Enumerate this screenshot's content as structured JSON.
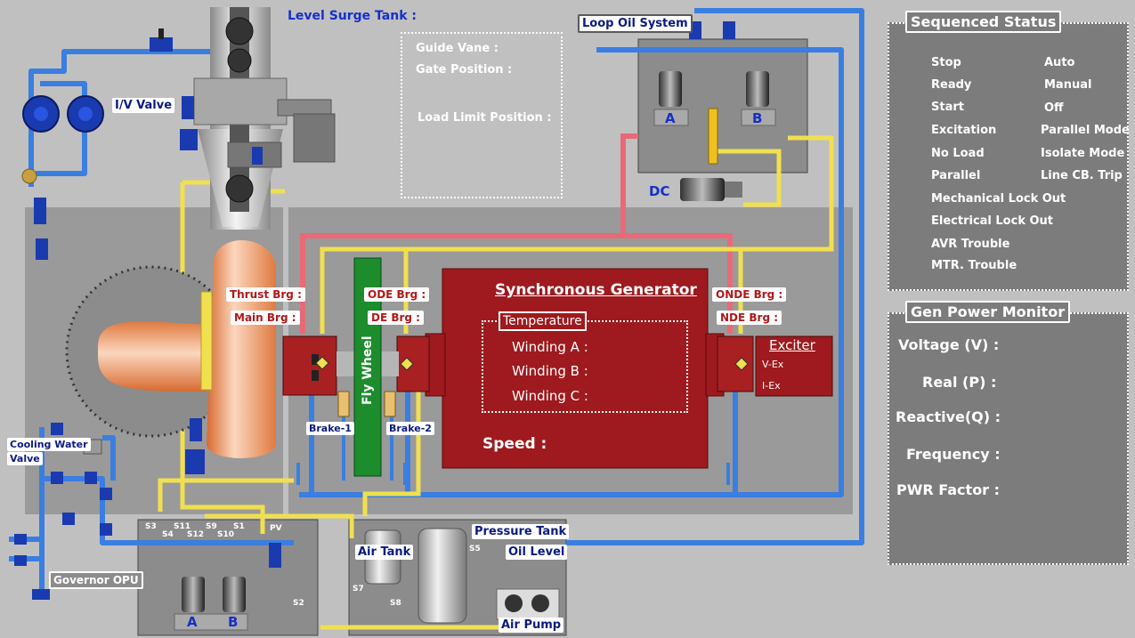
{
  "labels": {
    "level_surge_tank": "Level Surge Tank :",
    "iv_valve": "I/V Valve",
    "cooling_water_valve_1": "Cooling Water",
    "cooling_water_valve_2": "Valve",
    "governor_opu": "Governor OPU",
    "loop_oil_system": "Loop Oil System",
    "dc": "DC",
    "air_tank": "Air Tank",
    "pressure_tank": "Pressure Tank",
    "oil_level": "Oil Level",
    "air_pump": "Air Pump",
    "fly_wheel": "Fly Wheel",
    "brake_1": "Brake-1",
    "brake_2": "Brake-2",
    "pump_a": "A",
    "pump_b": "B",
    "opu_a": "A",
    "opu_b": "B",
    "pv": "PV"
  },
  "guide_panel": {
    "guide_vane": "Guide Vane :",
    "gate_position": "Gate Position :",
    "load_limit_position": "Load Limit Position :"
  },
  "bearings": {
    "thrust": "Thrust Brg :",
    "main": "Main Brg :",
    "ode": "ODE Brg :",
    "de": "DE Brg :",
    "onde": "ONDE Brg :",
    "nde": "NDE Brg :"
  },
  "generator": {
    "title": "Synchronous Generator",
    "temperature": "Temperature",
    "winding_a": "Winding A :",
    "winding_b": "Winding B :",
    "winding_c": "Winding C :",
    "speed": "Speed :"
  },
  "exciter": {
    "title": "Exciter",
    "v_ex": "V-Ex",
    "i_ex": "I-Ex"
  },
  "sensors": {
    "s3": "S3",
    "s4": "S4",
    "s11": "S11",
    "s12": "S12",
    "s9": "S9",
    "s10": "S10",
    "s1": "S1",
    "s2": "S2",
    "s5": "S5",
    "s7": "S7",
    "s8": "S8"
  },
  "sequenced_status": {
    "title": "Sequenced Status",
    "left": [
      "Stop",
      "Ready",
      "Start",
      "Excitation",
      "No Load",
      "Parallel",
      "Mechanical Lock Out",
      "Electrical Lock Out",
      "AVR Trouble",
      "MTR. Trouble"
    ],
    "right": [
      "Auto",
      "Manual",
      "Off",
      "Parallel Mode",
      "Isolate Mode",
      "Line CB. Trip"
    ]
  },
  "power_monitor": {
    "title": "Gen Power Monitor",
    "voltage": "Voltage (V) :",
    "real": "Real (P) :",
    "reactive": "Reactive(Q) :",
    "frequency": "Frequency :",
    "pwr_factor": "PWR Factor :"
  },
  "colors": {
    "background": "#c0c0c0",
    "panel": "#7c7c7c",
    "generator": "#9e1a1e",
    "flywheel": "#1c8c2c",
    "water_pipe": "#3a7ee0",
    "oil_pipe": "#f0e050",
    "hot_pipe": "#e86a78",
    "penstock": "#f2a070"
  }
}
